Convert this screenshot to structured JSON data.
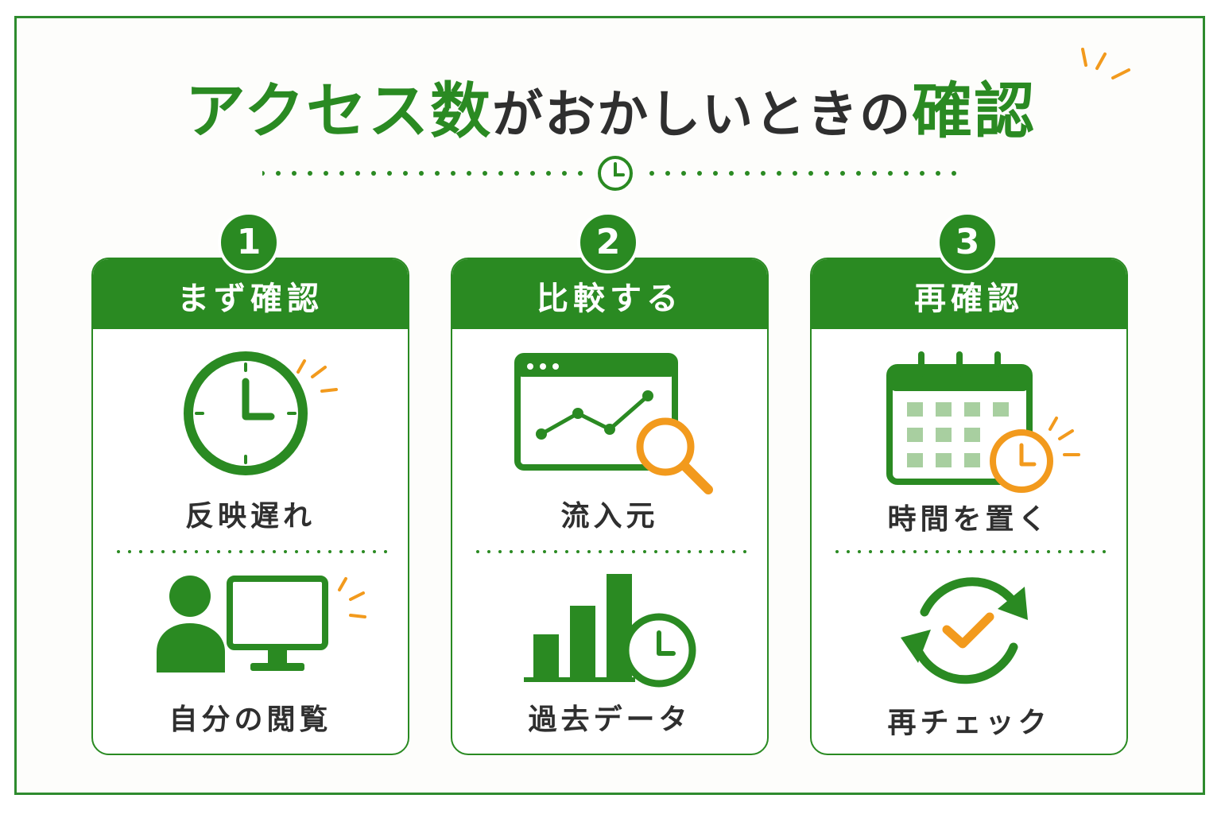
{
  "title": {
    "part1": "アクセス数",
    "part2": "がおかしいときの",
    "part3": "確認"
  },
  "colors": {
    "green": "#2a8a22",
    "light_green": "#a8cfa0",
    "orange": "#f29a1d",
    "text": "#2f2f2f"
  },
  "steps": [
    {
      "number": "1",
      "heading": "まず確認",
      "items": [
        {
          "icon": "clock-icon",
          "label": "反映遅れ"
        },
        {
          "icon": "person-monitor-icon",
          "label": "自分の閲覧"
        }
      ]
    },
    {
      "number": "2",
      "heading": "比較する",
      "items": [
        {
          "icon": "browser-chart-search-icon",
          "label": "流入元"
        },
        {
          "icon": "bar-chart-clock-icon",
          "label": "過去データ"
        }
      ]
    },
    {
      "number": "3",
      "heading": "再確認",
      "items": [
        {
          "icon": "calendar-clock-icon",
          "label": "時間を置く"
        },
        {
          "icon": "refresh-check-icon",
          "label": "再チェック"
        }
      ]
    }
  ]
}
